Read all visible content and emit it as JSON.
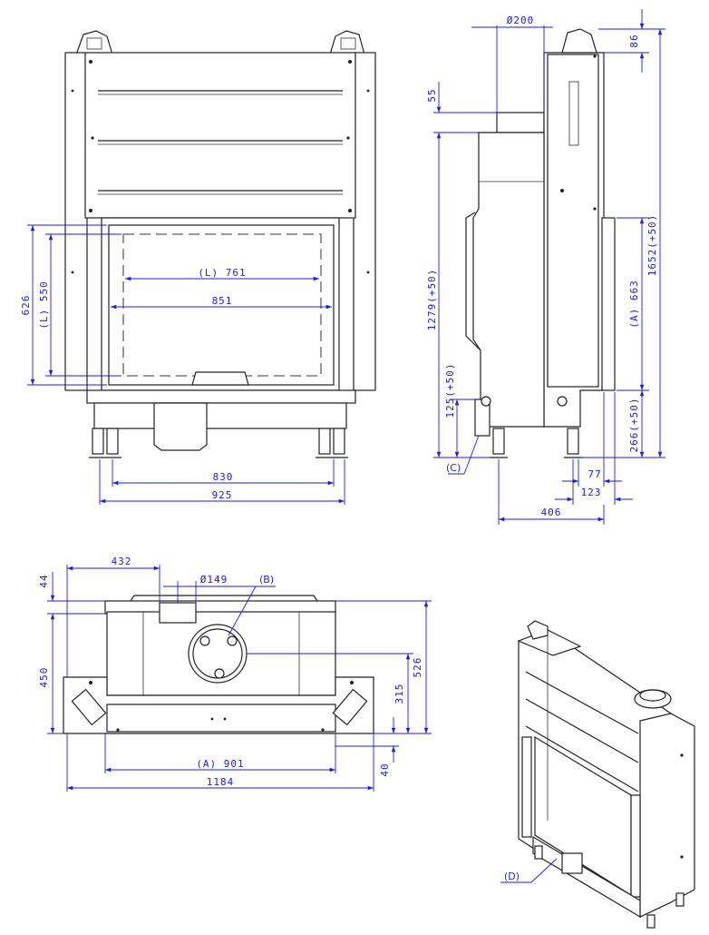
{
  "front_view": {
    "dim_l_761": "(L) 761",
    "dim_851": "851",
    "dim_626": "626",
    "dim_l_550": "(L) 550",
    "dim_830": "830",
    "dim_925": "925"
  },
  "side_view": {
    "dim_d200": "Ø200",
    "dim_86": "86",
    "dim_55": "55",
    "dim_1279": "1279(+50)",
    "dim_125": "125(+50)",
    "dim_a663": "(A) 663",
    "dim_1652": "1652(+50)",
    "dim_266": "266(+50)",
    "dim_77": "77",
    "dim_123": "123",
    "dim_406": "406",
    "label_c": "(C)"
  },
  "top_view": {
    "dim_432": "432",
    "dim_44": "44",
    "dim_d149": "Ø149",
    "label_b": "(B)",
    "dim_450": "450",
    "dim_526": "526",
    "dim_315": "315",
    "dim_40": "40",
    "dim_a901": "(A) 901",
    "dim_1184": "1184"
  },
  "iso_view": {
    "label_d": "(D)"
  },
  "colors": {
    "dimension": "#1a1aff",
    "outline": "#222222"
  }
}
